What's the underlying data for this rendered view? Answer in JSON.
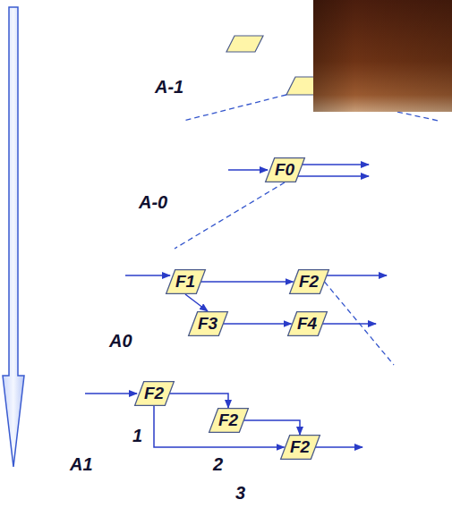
{
  "diagram": {
    "nodes": [
      {
        "text": [
          "A-1"
        ]
      },
      {
        "text": [
          "A-0"
        ]
      },
      {
        "text": [
          "F0"
        ],
        "in": 1
      },
      {
        "text": [
          "A0"
        ]
      },
      {
        "text": [
          "F1"
        ],
        "in": 3
      },
      {
        "text": [
          "F2"
        ],
        "in": 3
      },
      {
        "text": [
          "F3"
        ],
        "in": 3
      },
      {
        "text": [
          "F4"
        ],
        "in": 3
      },
      {
        "text": [
          "A1"
        ]
      },
      {
        "text": [
          "F2",
          "1"
        ],
        "in": 8
      },
      {
        "text": [
          "F2",
          "2"
        ],
        "in": 8
      },
      {
        "text": [
          "F2",
          "3"
        ],
        "in": 8
      }
    ],
    "edges": [
      {
        "from": 4,
        "to": 5,
        "arrow": "to"
      },
      {
        "from": 4,
        "to": 6,
        "arrow": "to"
      },
      {
        "from": 6,
        "to": 7,
        "arrow": "to"
      },
      {
        "from": 9,
        "to": 10,
        "arrow": "to"
      },
      {
        "from": 9,
        "to": 11,
        "arrow": "to"
      },
      {
        "from": 10,
        "to": 11,
        "arrow": "to"
      },
      {
        "from": 2,
        "to": 3,
        "arrow": "none"
      },
      {
        "from": 5,
        "to": 8,
        "arrow": "none"
      }
    ]
  }
}
